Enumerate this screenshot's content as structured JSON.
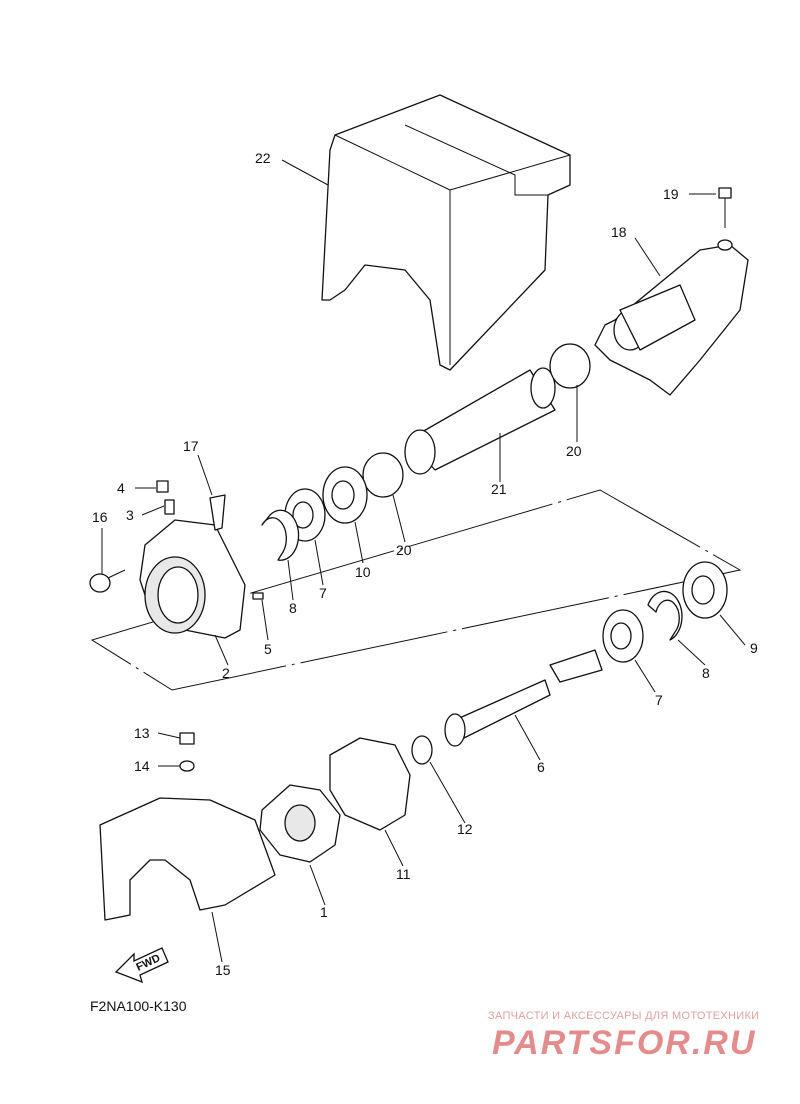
{
  "diagram_code": "F2NA100-K130",
  "fwd_label": "FWD",
  "watermark": {
    "tagline": "ЗАПЧАСТИ И АКСЕССУАРЫ ДЛЯ МОТОТЕХНИКИ",
    "logo": "PARTSFOR.RU"
  },
  "callouts": [
    "22",
    "19",
    "18",
    "20",
    "21",
    "17",
    "4",
    "3",
    "16",
    "8",
    "7",
    "10",
    "20",
    "5",
    "2",
    "9",
    "8",
    "7",
    "6",
    "13",
    "14",
    "12",
    "11",
    "1",
    "15"
  ]
}
